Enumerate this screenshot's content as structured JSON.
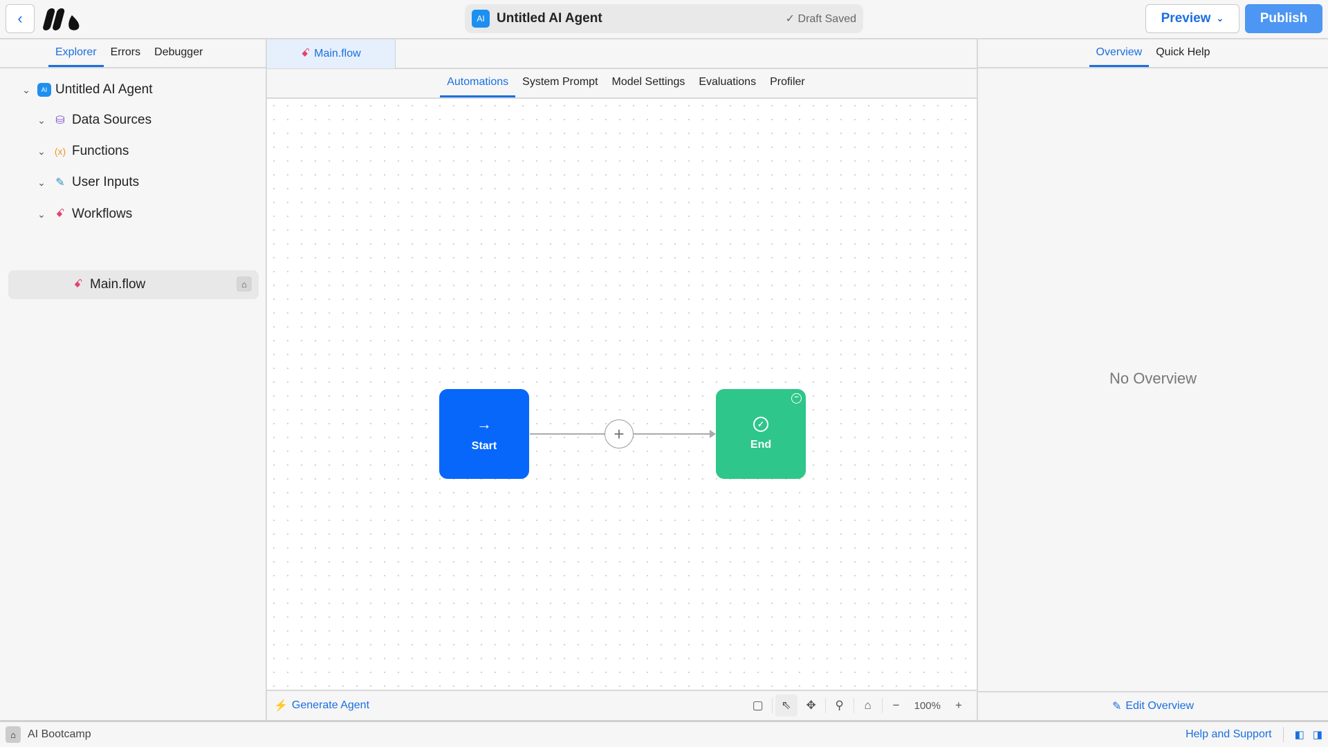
{
  "header": {
    "back_icon": "chevron-left-icon",
    "app_title": "Untitled AI Agent",
    "badge": "AI",
    "save_status": "Draft Saved",
    "preview_label": "Preview",
    "publish_label": "Publish"
  },
  "left": {
    "tabs": [
      {
        "label": "Explorer",
        "active": true
      },
      {
        "label": "Errors"
      },
      {
        "label": "Debugger"
      }
    ],
    "tree": [
      {
        "label": "Untitled AI Agent",
        "badge": "AI"
      },
      {
        "label": "Data Sources",
        "icon": "database-icon"
      },
      {
        "label": "Functions",
        "icon": "function-icon",
        "glyph": "(x)"
      },
      {
        "label": "User Inputs",
        "icon": "edit-icon"
      },
      {
        "label": "Workflows",
        "icon": "workflow-icon"
      },
      {
        "label": "Main.flow",
        "icon": "workflow-icon",
        "selected": true
      }
    ]
  },
  "center": {
    "file_tab": "Main.flow",
    "subtabs": [
      {
        "label": "Automations",
        "active": true
      },
      {
        "label": "System Prompt"
      },
      {
        "label": "Model Settings"
      },
      {
        "label": "Evaluations"
      },
      {
        "label": "Profiler"
      }
    ],
    "nodes": {
      "start": "Start",
      "end": "End"
    },
    "start_color": "#0867fb",
    "end_color": "#2ec68a",
    "generate_label": "Generate Agent",
    "zoom": "100%"
  },
  "right": {
    "tabs": [
      {
        "label": "Overview",
        "active": true
      },
      {
        "label": "Quick Help"
      }
    ],
    "empty": "No Overview",
    "edit_label": "Edit Overview"
  },
  "status": {
    "workspace": "AI Bootcamp",
    "help": "Help and Support"
  },
  "colors": {
    "accent": "#1a6fe0",
    "publish": "#4d96f3"
  }
}
